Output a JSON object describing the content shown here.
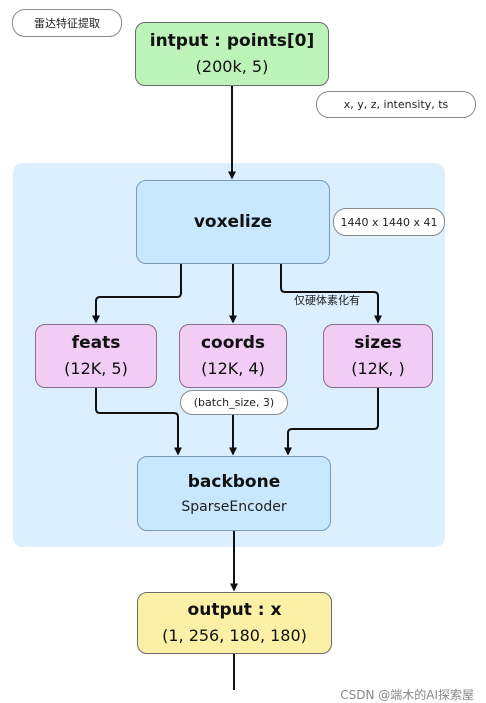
{
  "header_tag": "雷达特征提取",
  "input_box": {
    "title": "intput : points[0]",
    "shape": "(200k, 5)"
  },
  "input_fields_tag": "x, y, z, intensity, ts",
  "voxelize_box": {
    "title": "voxelize"
  },
  "grid_tag": "1440 x 1440 x 41",
  "hard_voxel_note": "仅硬体素化有",
  "feats_box": {
    "title": "feats",
    "shape": "(12K, 5)"
  },
  "coords_box": {
    "title": "coords",
    "shape": "(12K, 4)"
  },
  "sizes_box": {
    "title": "sizes",
    "shape": "(12K, )"
  },
  "batch_tag": "(batch_size, 3)",
  "backbone_box": {
    "title": "backbone",
    "subtitle": "SparseEncoder"
  },
  "output_box": {
    "title": "output : x",
    "shape": "(1, 256, 180, 180)"
  },
  "watermark": "CSDN @端木的AI探索屋",
  "colors": {
    "panel": "#dcefff",
    "input": "#bdf2b9",
    "module": "#c7e8ff",
    "tensor": "#f1cdf6",
    "output": "#fbf0a6"
  }
}
